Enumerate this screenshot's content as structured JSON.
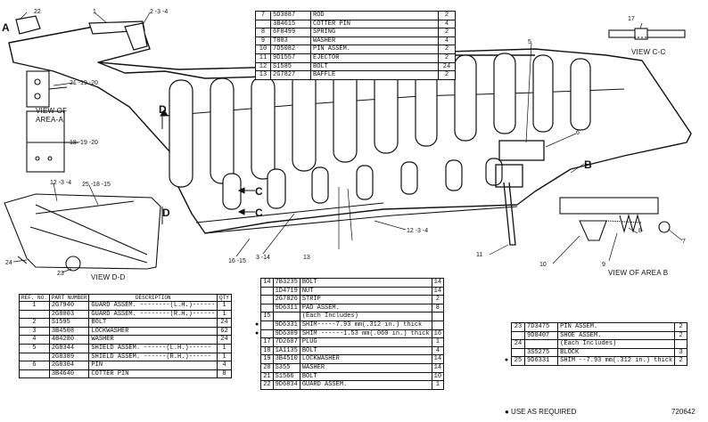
{
  "callouts": {
    "c22": "22",
    "c1": "1",
    "c234top": "2 -3 -4",
    "cA": "A",
    "c21": "21 -19 -20",
    "c18": "18 -19 -20",
    "c12a": "12 -3 -4",
    "c25": "25 -18 -15",
    "c24": "24",
    "c23": "23",
    "c5": "5",
    "c6": "6",
    "cB": "B",
    "cC1": "C",
    "cC2": "C",
    "cD1": "D",
    "cD2": "D",
    "c17": "17",
    "c12b": "12 -3 -4",
    "c13": "13",
    "c16": "16 -15",
    "c314": "3 -14",
    "c11": "11",
    "c10": "10",
    "c9": "9",
    "c8": "8",
    "c7": "7"
  },
  "captions": {
    "view_cc": "VIEW C-C",
    "view_area_a_1": "VIEW OF",
    "view_area_a_2": "AREA-A",
    "view_dd": "VIEW D-D",
    "view_area_b": "VIEW OF AREA B"
  },
  "tables": {
    "top": {
      "rows": [
        {
          "ref": "7",
          "part": "5D3887",
          "desc": "ROD",
          "qty": "2"
        },
        {
          "ref": "",
          "part": "3B4615",
          "desc": "COTTER PIN",
          "qty": "4"
        },
        {
          "ref": "8",
          "part": "6F8499",
          "desc": "SPRING",
          "qty": "2"
        },
        {
          "ref": "9",
          "part": "T883",
          "desc": "WASHER",
          "qty": "4"
        },
        {
          "ref": "10",
          "part": "7D5082",
          "desc": "PIN ASSEM.",
          "qty": "2"
        },
        {
          "ref": "11",
          "part": "9D1557",
          "desc": "EJECTOR",
          "qty": "2"
        },
        {
          "ref": "12",
          "part": "S1585",
          "desc": "BOLT",
          "qty": "24"
        },
        {
          "ref": "13",
          "part": "2G7827",
          "desc": "BAFFLE",
          "qty": "2"
        }
      ]
    },
    "left": {
      "headers": {
        "ref": "REF. NO.",
        "part": "PART NUMBER",
        "desc": "DESCRIPTION",
        "qty": "QTY"
      },
      "rows": [
        {
          "ref": "1",
          "part": "2G7940",
          "desc": "GUARD ASSEM. --------(L.H.)------",
          "qty": "1"
        },
        {
          "ref": "",
          "part": "2G8003",
          "desc": "GUARD ASSEM. --------(R.H.)------",
          "qty": "1"
        },
        {
          "ref": "2",
          "part": "S1595",
          "desc": "BOLT",
          "qty": "24"
        },
        {
          "ref": "3",
          "part": "3B4508",
          "desc": "LOCKWASHER",
          "qty": "62"
        },
        {
          "ref": "4",
          "part": "4B4280",
          "desc": "WASHER",
          "qty": "24"
        },
        {
          "ref": "5",
          "part": "2G8344",
          "desc": "SHIELD ASSEM. ------(L.H.)------",
          "qty": "1"
        },
        {
          "ref": "",
          "part": "2G8389",
          "desc": "SHIELD ASSEM. ------(R.H.)------",
          "qty": "1"
        },
        {
          "ref": "6",
          "part": "2G8304",
          "desc": "PIN",
          "qty": "4"
        },
        {
          "ref": "",
          "part": "3B4640",
          "desc": "COTTER PIN",
          "qty": "8"
        }
      ]
    },
    "middle": {
      "rows": [
        {
          "mark": "",
          "ref": "14",
          "part": "7B3235",
          "desc": "BOLT",
          "qty": "14"
        },
        {
          "mark": "",
          "ref": "",
          "part": "1D4719",
          "desc": "NUT",
          "qty": "14"
        },
        {
          "mark": "",
          "ref": "",
          "part": "2G7826",
          "desc": "STRIP",
          "qty": "2"
        },
        {
          "mark": "",
          "ref": "",
          "part": "9D6311",
          "desc": "PAD ASSEM.",
          "qty": "8"
        },
        {
          "mark": "",
          "ref": "15",
          "part": "",
          "desc": "(Each Includes)",
          "qty": ""
        },
        {
          "mark": "●",
          "ref": "",
          "part": "9D6331",
          "desc": "SHIM-----7.93 mm(.312 in.) thick",
          "qty": ""
        },
        {
          "mark": "●",
          "ref": "",
          "part": "9D6309",
          "desc": "SHIM ------1.53 mm(.060 in.) thick",
          "qty": "16"
        },
        {
          "mark": "",
          "ref": "17",
          "part": "7D2607",
          "desc": "PLUG",
          "qty": "1"
        },
        {
          "mark": "",
          "ref": "18",
          "part": "1A1135",
          "desc": "BOLT",
          "qty": "4"
        },
        {
          "mark": "",
          "ref": "19",
          "part": "3B4510",
          "desc": "LOCKWASHER",
          "qty": "14"
        },
        {
          "mark": "",
          "ref": "20",
          "part": "S355",
          "desc": "WASHER",
          "qty": "14"
        },
        {
          "mark": "",
          "ref": "21",
          "part": "S1566",
          "desc": "BOLT",
          "qty": "10"
        },
        {
          "mark": "",
          "ref": "22",
          "part": "9D6834",
          "desc": "GUARD ASSEM.",
          "qty": "1"
        }
      ]
    },
    "right": {
      "rows": [
        {
          "mark": "",
          "ref": "23",
          "part": "7D3475",
          "desc": "PIN ASSEM.",
          "qty": "2"
        },
        {
          "mark": "",
          "ref": "",
          "part": "9D8407",
          "desc": "SHOE ASSEM.",
          "qty": "2"
        },
        {
          "mark": "",
          "ref": "24",
          "part": "",
          "desc": "(Each Includes)",
          "qty": ""
        },
        {
          "mark": "",
          "ref": "",
          "part": "3S5275",
          "desc": "BLOCK",
          "qty": "3"
        },
        {
          "mark": "●",
          "ref": "25",
          "part": "9D6331",
          "desc": "SHIM --7.93 mm(.312 in.) thick",
          "qty": "2"
        }
      ]
    }
  },
  "footnote": "● USE AS REQUIRED",
  "drawing_number": "720642"
}
